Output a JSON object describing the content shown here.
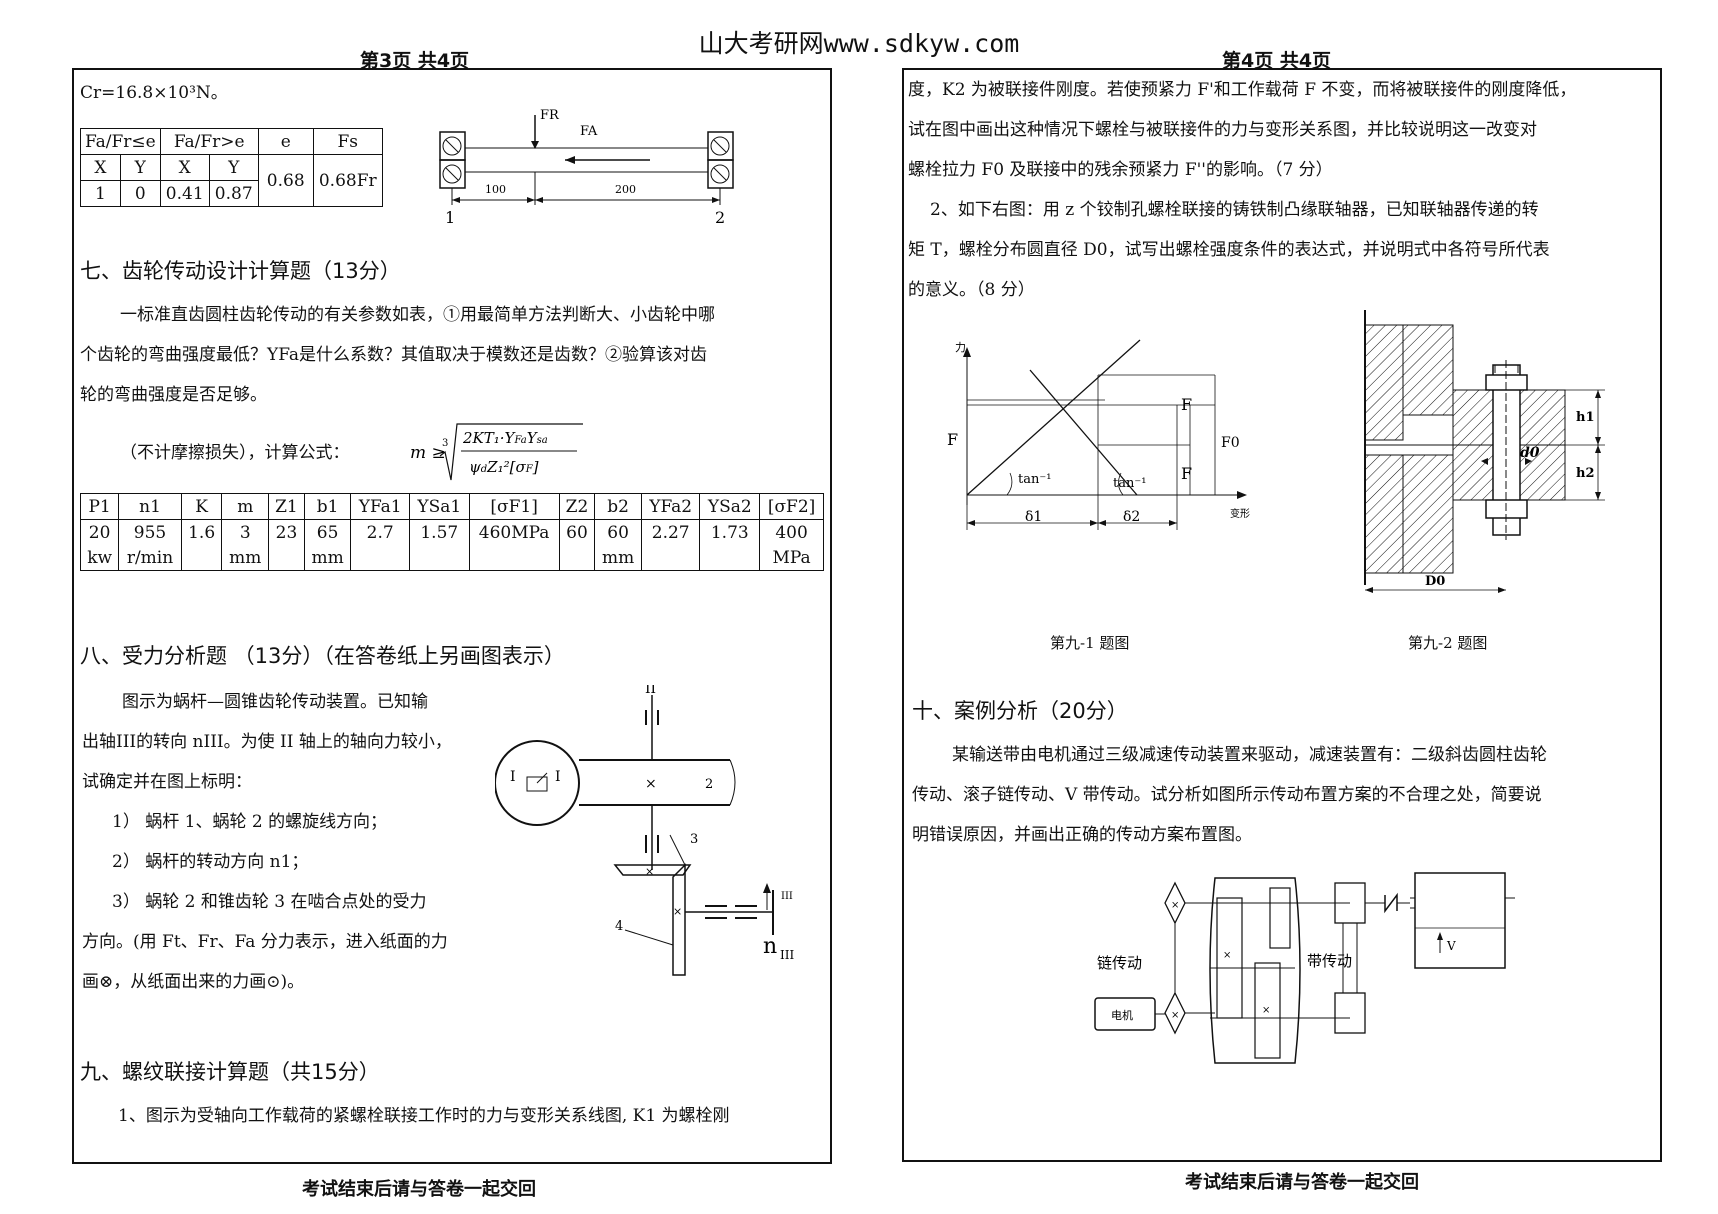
{
  "site_title": "山大考研网www.sdkyw.com",
  "left": {
    "page_header": "第3页 共4页",
    "cr_line": "Cr=16.8×10³N。",
    "bearing_table": {
      "header": [
        "Fa/Fr≤e",
        "Fa/Fr>e",
        "e",
        "Fs"
      ],
      "subheader": [
        "X",
        "Y",
        "X",
        "Y"
      ],
      "row": [
        "1",
        "0",
        "0.41",
        "0.87"
      ],
      "e_value": "0.68",
      "fs_value": "0.68Fr"
    },
    "bearing_fig": {
      "fr": "FR",
      "fa": "FA",
      "d1": "100",
      "d2": "200",
      "n1": "1",
      "n2": "2"
    },
    "sec7_title": "七、齿轮传动设计计算题（13分）",
    "sec7_para1": "一标准直齿圆柱齿轮传动的有关参数如表，①用最简单方法判断大、小齿轮中哪",
    "sec7_para2": "个齿轮的弯曲强度最低？YFa是什么系数？其值取决于模数还是齿数？②验算该对齿",
    "sec7_para3": "轮的弯曲强度是否足够。",
    "sec7_formula_intro": "（不计摩擦损失），计算公式：",
    "gear_table": {
      "header": [
        "P1",
        "n1",
        "K",
        "m",
        "Z1",
        "b1",
        "YFa1",
        "YSa1",
        "[σF1]",
        "Z2",
        "b2",
        "YFa2",
        "YSa2",
        "[σF2]"
      ],
      "values": [
        "20",
        "955",
        "1.6",
        "3",
        "23",
        "65",
        "2.7",
        "1.57",
        "460MPa",
        "60",
        "60",
        "2.27",
        "1.73",
        "400"
      ],
      "units": [
        "kw",
        "r/min",
        "",
        "mm",
        "",
        "mm",
        "",
        "",
        "",
        "",
        "mm",
        "",
        "",
        "MPa"
      ]
    },
    "sec8_title": "八、受力分析题 （13分）（在答卷纸上另画图表示）",
    "sec8_lines": [
      "图示为蜗杆—圆锥齿轮传动装置。已知输",
      "出轴III的转向 nIII。为使 II 轴上的轴向力较小，",
      "试确定并在图上标明：",
      "1） 蜗杆 1、蜗轮 2 的螺旋线方向；",
      "2） 蜗杆的转动方向 n1；",
      "3） 蜗轮 2 和锥齿轮 3 在啮合点处的受力",
      "方向。(用 Ft、Fr、Fa 分力表示，进入纸面的力",
      "画⊗，从纸面出来的力画⊙)。"
    ],
    "worm_fig": {
      "II": "II",
      "I": "I",
      "n2": "2",
      "n3": "3",
      "n4": "4",
      "III": "III",
      "n_label": "n",
      "n_sub": "III"
    },
    "sec9_title": "九、螺纹联接计算题（共15分）",
    "sec9_para1": "1、图示为受轴向工作载荷的紧螺栓联接工作时的力与变形关系线图, K1 为螺栓刚",
    "footer": "考试结束后请与答卷一起交回"
  },
  "right": {
    "page_header": "第4页 共4页",
    "lines": [
      "度，K2 为被联接件刚度。若使预紧力 F'和工作载荷 F 不变，而将被联接件的刚度降低，",
      "试在图中画出这种情况下螺栓与被联接件的力与变形关系图，并比较说明这一改变对",
      "螺栓拉力 F0 及联接中的残余预紧力 F''的影响。（7 分）",
      "2、如下右图：用 z 个铰制孔螺栓联接的铸铁制凸缘联轴器，已知联轴器传递的转",
      "矩 T，螺栓分布圆直径 D0，试写出螺栓强度条件的表达式，并说明式中各符号所代表",
      "的意义。（8 分）"
    ],
    "fig1": {
      "y_axis": "力",
      "x_axis": "变形",
      "F_left": "F",
      "F_top": "F",
      "F0": "F0",
      "F_bot": "F",
      "tan1": "tan⁻¹",
      "tan2": "tan⁻¹",
      "d1": "δ1",
      "d2": "δ2"
    },
    "fig1_caption": "第九-1 题图",
    "fig2": {
      "h1": "h1",
      "h2": "h2",
      "d0": "d0",
      "D0": "D0"
    },
    "fig2_caption": "第九-2 题图",
    "sec10_title": "十、案例分析（20分）",
    "sec10_lines": [
      "某输送带由电机通过三级减速传动装置来驱动，减速装置有：二级斜齿圆柱齿轮",
      "传动、滚子链传动、V 带传动。试分析如图所示传动布置方案的不合理之处，简要说",
      "明错误原因，并画出正确的传动方案布置图。"
    ],
    "fig3": {
      "chain": "链传动",
      "belt": "带传动",
      "motor": "电机",
      "v": "V"
    },
    "footer": "考试结束后请与答卷一起交回"
  }
}
